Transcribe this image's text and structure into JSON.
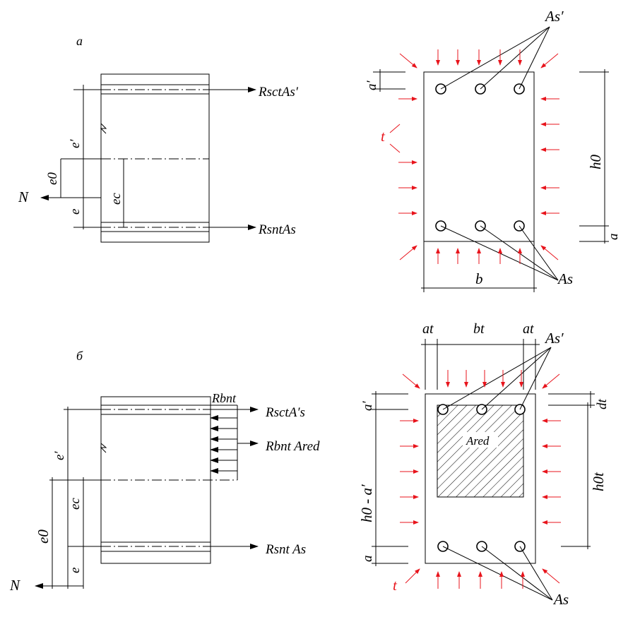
{
  "panel_a": {
    "letter": "а",
    "labels": {
      "top_force": "RsctAs′",
      "bottom_force": "RsntAs",
      "axial": "N",
      "e_prime": "e′",
      "e0": "e0",
      "e": "e",
      "ec": "ec"
    },
    "section_labels": {
      "As_top": "As′",
      "As_bottom": "As",
      "a_prime": "a′",
      "a": "a",
      "h0": "h0",
      "b": "b",
      "t": "t"
    }
  },
  "panel_b": {
    "letter": "б",
    "labels": {
      "stress_block": "Rbnt",
      "top_force": "RsctA′s",
      "mid_force": "Rbnt Ared",
      "bottom_force": "Rsnt As",
      "axial": "N",
      "e_prime": "e′",
      "e0": "e0",
      "ec": "ec",
      "e": "e"
    },
    "section_labels": {
      "at_left": "at",
      "bt": "bt",
      "at_right": "at",
      "As_top": "As′",
      "As_bottom": "As",
      "a_prime": "a′",
      "h0_minus_a": "h0 - a′",
      "a": "a",
      "dt": "dt",
      "h0t": "h0t",
      "Ared": "Ared",
      "t": "t"
    }
  },
  "colors": {
    "line": "#000000",
    "heat_arrows": "#e8141c",
    "background": "#ffffff"
  }
}
